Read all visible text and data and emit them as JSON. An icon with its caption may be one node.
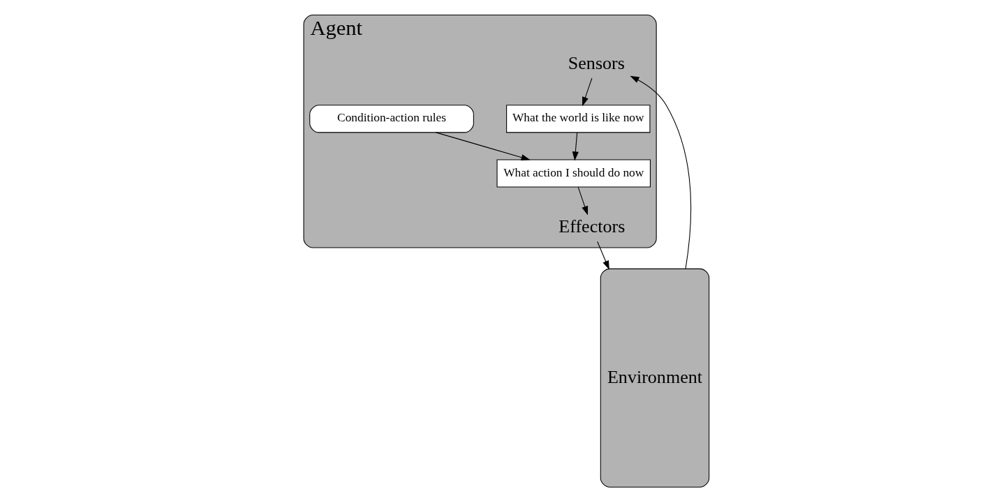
{
  "diagram": {
    "nodes": [
      {
        "text": [
          "Agent"
        ]
      },
      {
        "text": [
          "Sensors"
        ],
        "in": 0
      },
      {
        "text": [
          "What the world is like now"
        ],
        "in": 0
      },
      {
        "text": [
          "What action I should do now"
        ],
        "in": 0
      },
      {
        "text": [
          "Condition-action rules"
        ],
        "in": 0
      },
      {
        "text": [
          "Effectors"
        ],
        "in": 0
      },
      {
        "text": [
          "Environment"
        ]
      }
    ],
    "edges": [
      {
        "from": 6,
        "to": 1,
        "arrow": "to"
      },
      {
        "from": 1,
        "to": 2,
        "arrow": "to"
      },
      {
        "from": 2,
        "to": 3,
        "arrow": "to"
      },
      {
        "from": 4,
        "to": 3,
        "arrow": "to"
      },
      {
        "from": 3,
        "to": 5,
        "arrow": "to"
      },
      {
        "from": 5,
        "to": 6,
        "arrow": "to"
      }
    ]
  }
}
